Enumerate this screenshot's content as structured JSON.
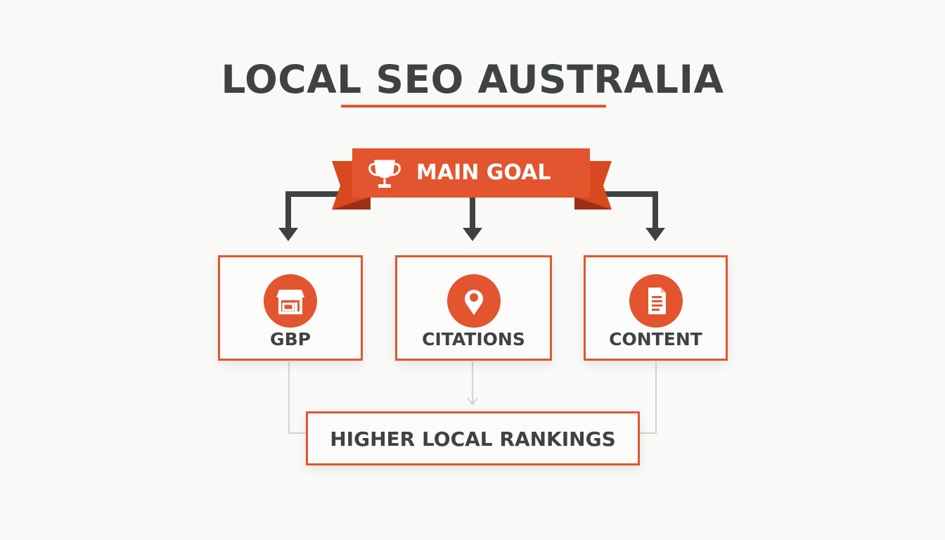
{
  "title": "LOCAL SEO AUSTRALIA",
  "banner": {
    "label": "MAIN GOAL",
    "icon": "trophy-icon"
  },
  "pillars": [
    {
      "label": "GBP",
      "icon": "storefront-icon"
    },
    {
      "label": "CITATIONS",
      "icon": "map-pin-icon"
    },
    {
      "label": "CONTENT",
      "icon": "document-icon"
    }
  ],
  "result": {
    "label": "HIGHER LOCAL RANKINGS"
  },
  "colors": {
    "accent": "#e2552e",
    "dark": "#3f4244",
    "connector": "#d3d3d3",
    "background": "#f9f9f8"
  }
}
